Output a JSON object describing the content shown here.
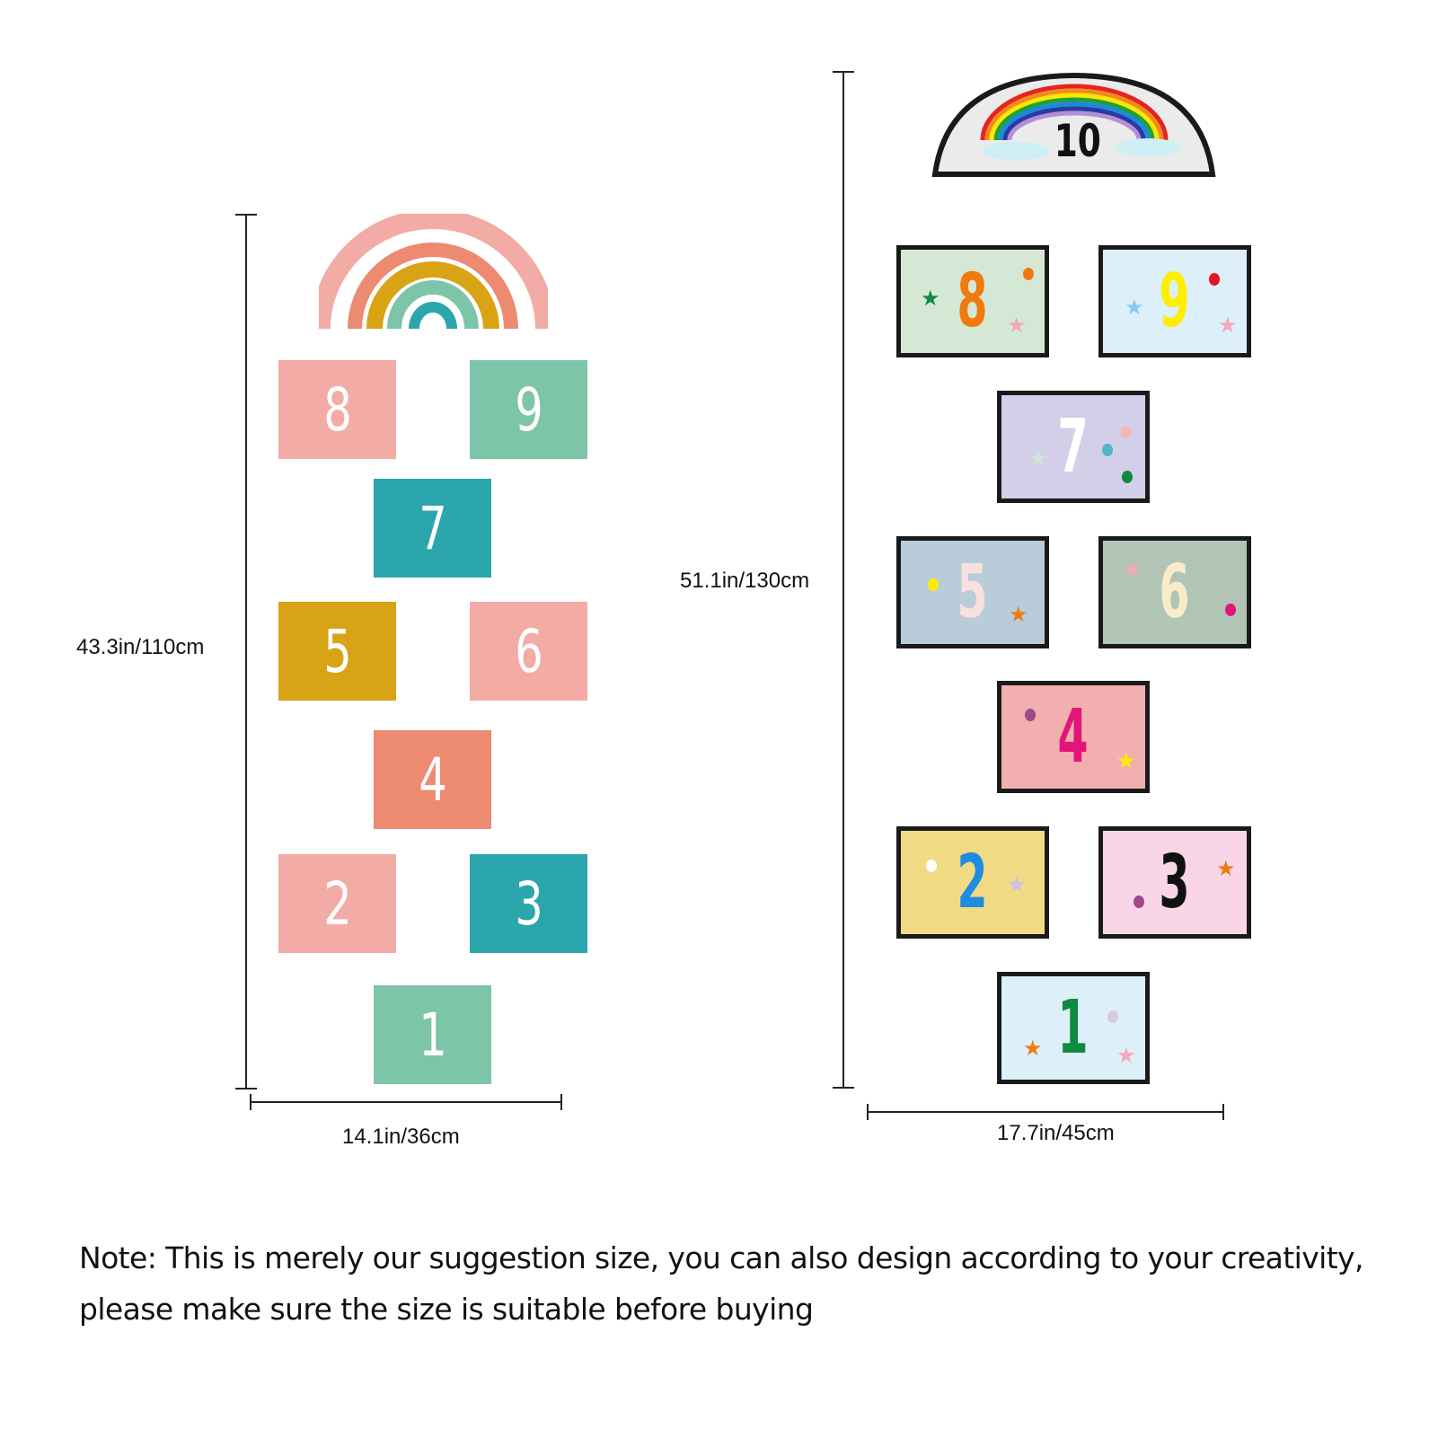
{
  "left_set": {
    "height_label": "43.3in/110cm",
    "width_label": "14.1in/36cm",
    "tiles": [
      {
        "number": "8",
        "color": "#F2ABA5"
      },
      {
        "number": "9",
        "color": "#7CC5A9"
      },
      {
        "number": "7",
        "color": "#2BA6AD"
      },
      {
        "number": "5",
        "color": "#D8A416"
      },
      {
        "number": "6",
        "color": "#F2ABA5"
      },
      {
        "number": "4",
        "color": "#EC8A72"
      },
      {
        "number": "2",
        "color": "#F2ABA5"
      },
      {
        "number": "3",
        "color": "#2BA6AD"
      },
      {
        "number": "1",
        "color": "#7CC5A9"
      }
    ]
  },
  "right_set": {
    "height_label": "51.1in/130cm",
    "width_label": "17.7in/45cm",
    "top_number": "10",
    "tiles": [
      {
        "number": "8",
        "bg": "#D5E8D6",
        "fg": "#F07A0E"
      },
      {
        "number": "9",
        "bg": "#DDEFF9",
        "fg": "#FFEE00"
      },
      {
        "number": "7",
        "bg": "#D4CFE8",
        "fg": "#FFFFFF"
      },
      {
        "number": "5",
        "bg": "#B8CCDA",
        "fg": "#F8E0DC"
      },
      {
        "number": "6",
        "bg": "#B2C4B4",
        "fg": "#F8ECC8"
      },
      {
        "number": "4",
        "bg": "#F2AFAF",
        "fg": "#E4157A"
      },
      {
        "number": "2",
        "bg": "#F0DA84",
        "fg": "#1E8CE0"
      },
      {
        "number": "3",
        "bg": "#F8D6E8",
        "fg": "#111111"
      },
      {
        "number": "1",
        "bg": "#DDEFF9",
        "fg": "#0E8A3E"
      }
    ]
  },
  "note": "Note: This is merely our suggestion size, you can also design according to your creativity,  please make sure the size is suitable before buying"
}
